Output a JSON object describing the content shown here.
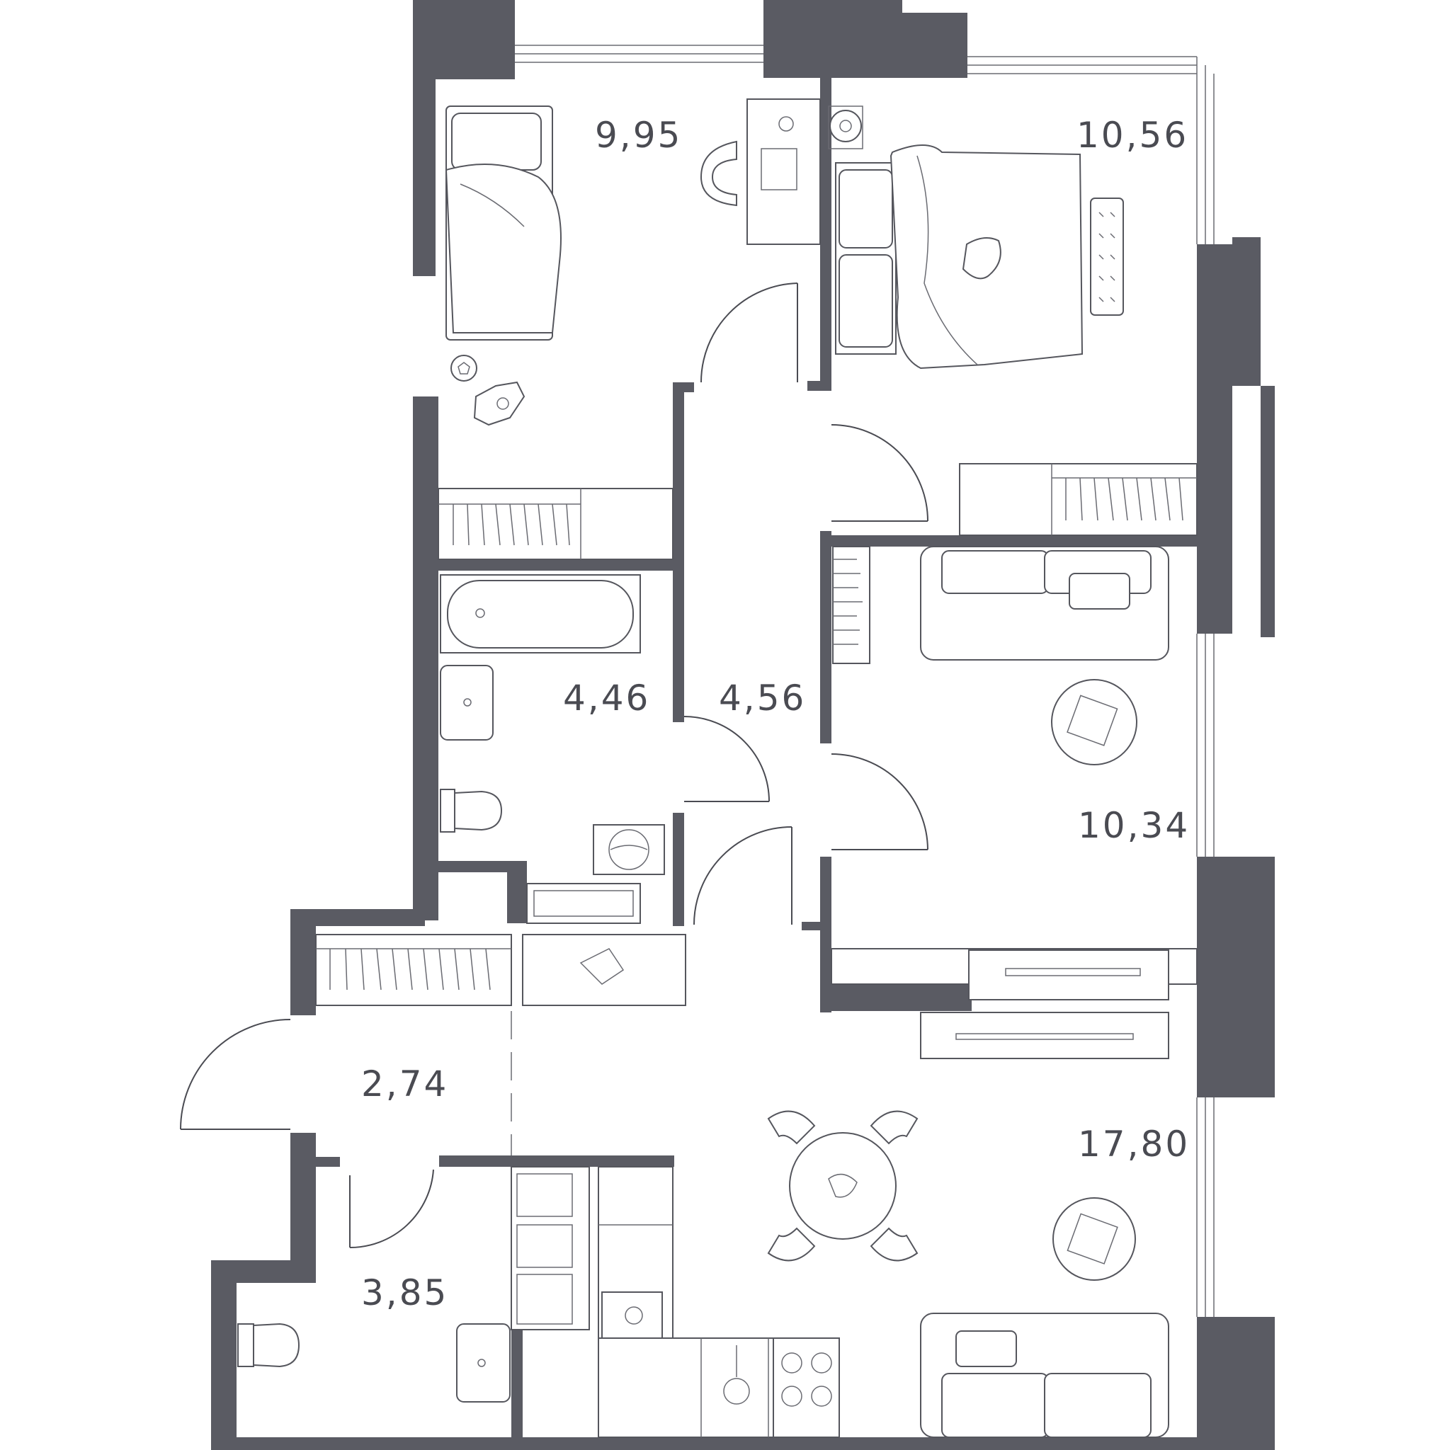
{
  "plan": {
    "wall_color": "#5a5b63",
    "line_color": "#4a4b52",
    "background": "#ffffff"
  },
  "rooms": {
    "bedroom_left": {
      "area": "9,95"
    },
    "bedroom_right": {
      "area": "10,56"
    },
    "bathroom": {
      "area": "4,46"
    },
    "hallway": {
      "area": "4,56"
    },
    "living_room": {
      "area": "10,34"
    },
    "entrance": {
      "area": "2,74"
    },
    "kitchen_living": {
      "area": "17,80"
    },
    "toilet": {
      "area": "3,85"
    }
  }
}
